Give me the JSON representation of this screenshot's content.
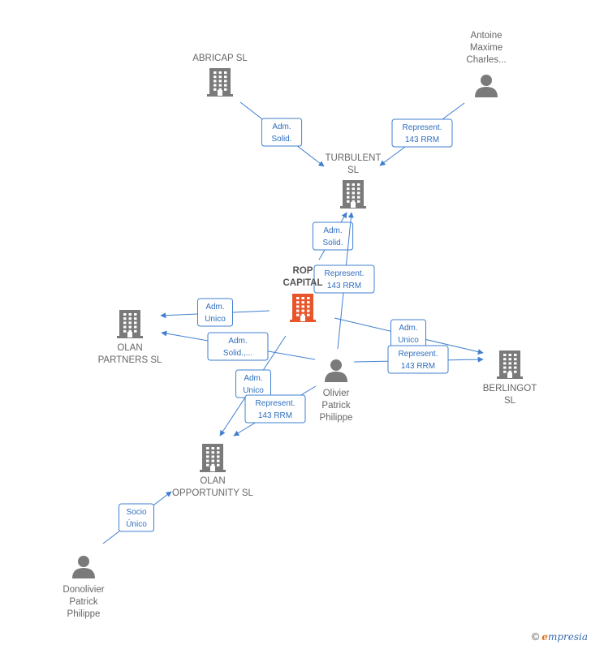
{
  "nodes": [
    {
      "id": "abricap",
      "kind": "company",
      "label": [
        "ABRICAP  SL"
      ],
      "accent": false
    },
    {
      "id": "antoine",
      "kind": "person",
      "label": [
        "Antoine",
        "Maxime",
        "Charles..."
      ],
      "accent": false
    },
    {
      "id": "turbulent",
      "kind": "company",
      "label": [
        "TURBULENT",
        "SL"
      ],
      "accent": false
    },
    {
      "id": "rop",
      "kind": "company",
      "label": [
        "ROP",
        "CAPITAL"
      ],
      "accent": true
    },
    {
      "id": "olan_partners",
      "kind": "company",
      "label": [
        "OLAN",
        "PARTNERS SL"
      ],
      "accent": false
    },
    {
      "id": "olivier",
      "kind": "person",
      "label": [
        "Olivier",
        "Patrick",
        "Philippe"
      ],
      "accent": false
    },
    {
      "id": "berlingot",
      "kind": "company",
      "label": [
        "BERLINGOT",
        "SL"
      ],
      "accent": false
    },
    {
      "id": "olan_opportunity",
      "kind": "company",
      "label": [
        "OLAN",
        "OPPORTUNITY SL"
      ],
      "accent": false
    },
    {
      "id": "donolivier",
      "kind": "person",
      "label": [
        "Donolivier",
        "Patrick",
        "Philippe"
      ],
      "accent": false
    }
  ],
  "edges": [
    {
      "from": "abricap",
      "to": "turbulent",
      "label": [
        "Adm.",
        "Solid."
      ]
    },
    {
      "from": "antoine",
      "to": "turbulent",
      "label": [
        "Represent.",
        "143 RRM"
      ]
    },
    {
      "from": "rop",
      "to": "turbulent",
      "label": [
        "Adm.",
        "Solid."
      ]
    },
    {
      "from": "olivier",
      "to": "turbulent",
      "label": [
        "Represent.",
        "143 RRM"
      ]
    },
    {
      "from": "rop",
      "to": "olan_partners",
      "label": [
        "Adm.",
        "Unico"
      ]
    },
    {
      "from": "olivier",
      "to": "olan_partners",
      "label": [
        "Adm.",
        "Solid.,..."
      ]
    },
    {
      "from": "rop",
      "to": "berlingot",
      "label": [
        "Adm.",
        "Unico"
      ]
    },
    {
      "from": "olivier",
      "to": "berlingot",
      "label": [
        "Represent.",
        "143 RRM"
      ]
    },
    {
      "from": "rop",
      "to": "olan_opportunity",
      "label": [
        "Adm.",
        "Unico"
      ]
    },
    {
      "from": "olivier",
      "to": "olan_opportunity",
      "label": [
        "Represent.",
        "143 RRM"
      ]
    },
    {
      "from": "donolivier",
      "to": "olan_opportunity",
      "label": [
        "Socio",
        "Único"
      ]
    }
  ],
  "colors": {
    "company": "#7a7a7a",
    "accent": "#e8552a",
    "person": "#7a7a7a",
    "edge": "#3f7fcf"
  },
  "footer": {
    "copyright": "©",
    "brand_initial": "e",
    "brand_rest": "mpresia"
  }
}
